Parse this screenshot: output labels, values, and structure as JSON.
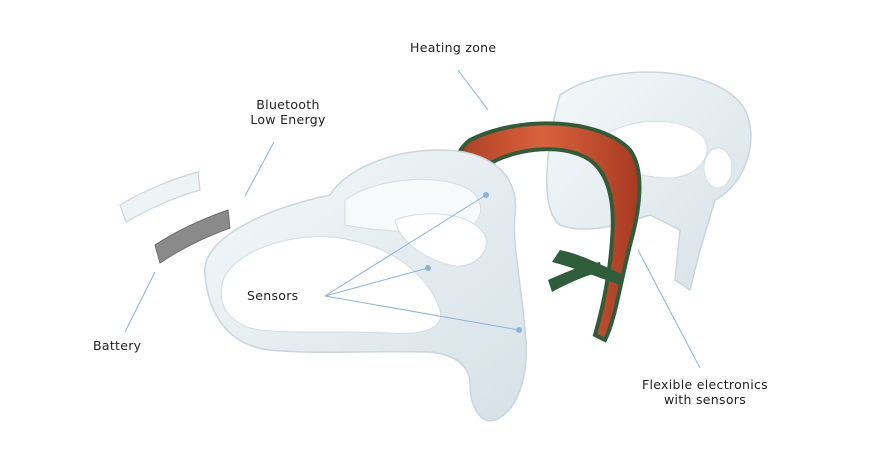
{
  "labels": {
    "heating_zone": "Heating zone",
    "bluetooth": [
      "Bluetooth",
      "Low Energy"
    ],
    "sensors": "Sensors",
    "battery": "Battery",
    "flexible": [
      "Flexible electronics",
      "with sensors"
    ]
  },
  "colors": {
    "shell": "#e8eef2",
    "shell_edge": "#c9d6dd",
    "pointer": "#8fb3d6",
    "heater_red": "#c94f2e",
    "heater_green": "#2f5d3a",
    "battery": "#8a8a8a"
  }
}
